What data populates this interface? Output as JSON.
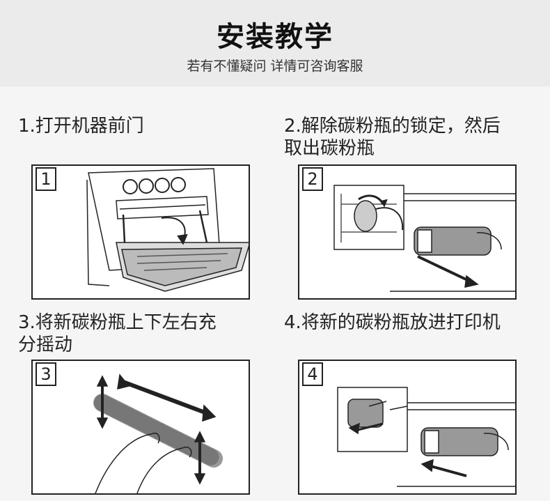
{
  "header": {
    "title": "安装教学",
    "subtitle": "若有不懂疑问 详情可咨询客服"
  },
  "steps": [
    {
      "text": "1.打开机器前门",
      "number": "1",
      "icon": "printer-front-door-open-illustration"
    },
    {
      "text": "2.解除碳粉瓶的锁定，然后\n  取出碳粉瓶",
      "number": "2",
      "icon": "unlock-remove-toner-bottle-illustration"
    },
    {
      "text": "3.将新碳粉瓶上下左右充\n  分摇动",
      "number": "3",
      "icon": "shake-toner-bottle-illustration"
    },
    {
      "text": "4.将新的碳粉瓶放进打印机",
      "number": "4",
      "icon": "insert-toner-bottle-illustration"
    }
  ]
}
